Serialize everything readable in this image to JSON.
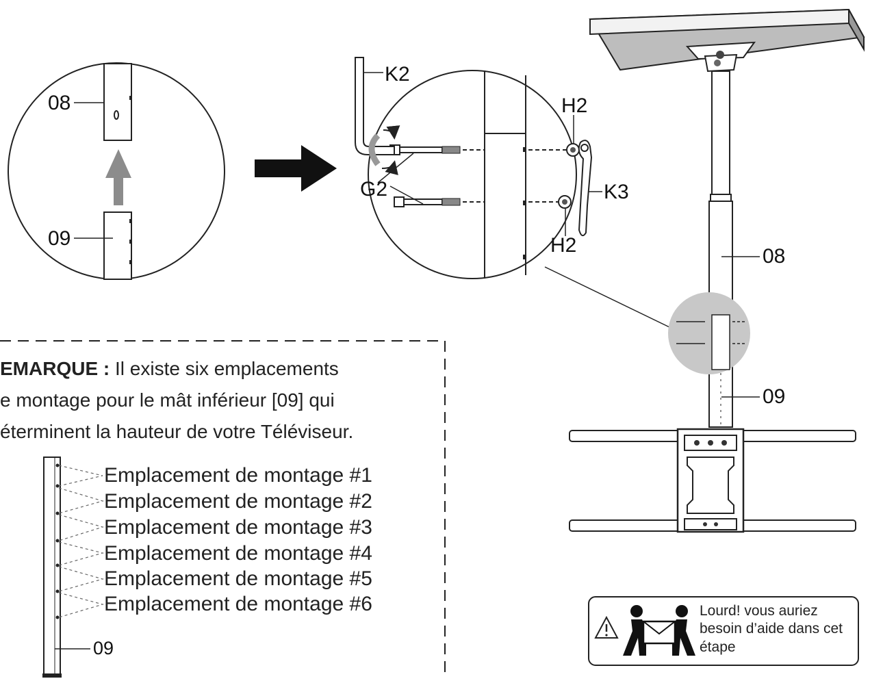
{
  "labels": {
    "k2": "K2",
    "h2_top": "H2",
    "h2_bottom": "H2",
    "g2": "G2",
    "k3": "K3",
    "pole_08_left": "08",
    "pole_09_left": "09",
    "pole_08_right": "08",
    "pole_09_right": "09",
    "pole_09_note": "09"
  },
  "note": {
    "heading": "EMARQUE :",
    "line1_rest": " Il existe six emplacements",
    "line2": "e montage pour le mât inférieur [09] qui",
    "line3": "éterminent la hauteur de votre Téléviseur.",
    "locations": [
      "Emplacement de montage #1",
      "Emplacement de montage #2",
      "Emplacement de montage #3",
      "Emplacement de montage #4",
      "Emplacement de montage #5",
      "Emplacement de montage #6"
    ]
  },
  "warning": {
    "text": "Lourd! vous auriez besoin d’aide dans cet étape"
  },
  "colors": {
    "line": "#222222",
    "gray_arrow": "#8c8c8c",
    "highlight_circle": "#c8c8c8",
    "ceiling_top": "#f2f2f2",
    "ceiling_side": "#bdbdbd"
  }
}
